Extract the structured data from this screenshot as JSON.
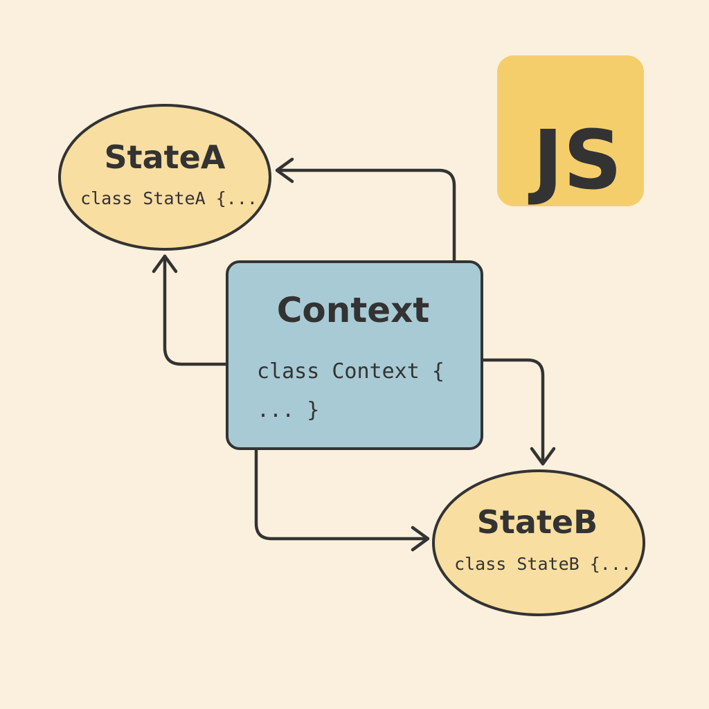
{
  "colors": {
    "background": "#faf0dd",
    "state_fill": "#f8dea0",
    "context_fill": "#a8cad4",
    "badge_fill": "#f5ce6c",
    "stroke": "#333333"
  },
  "badge": {
    "label": "JS",
    "icon": "javascript-logo-icon"
  },
  "nodes": {
    "state_a": {
      "title": "StateA",
      "code": "class StateA {..."
    },
    "context": {
      "title": "Context",
      "code_line1": "class Context {",
      "code_line2": "... }"
    },
    "state_b": {
      "title": "StateB",
      "code": "class StateB {..."
    }
  },
  "edges": [
    {
      "from": "context",
      "to": "state_a",
      "id": "edge-context-top-to-state-a"
    },
    {
      "from": "context",
      "to": "state_a",
      "id": "edge-context-left-to-state-a"
    },
    {
      "from": "context",
      "to": "state_b",
      "id": "edge-context-right-to-state-b"
    },
    {
      "from": "context",
      "to": "state_b",
      "id": "edge-context-bottom-to-state-b"
    }
  ]
}
